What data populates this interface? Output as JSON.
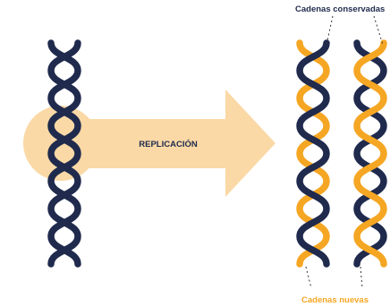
{
  "arrow_label": "REPLICACIÓN",
  "callouts": {
    "conserved": "Cadenas conservadas",
    "new": "Cadenas nuevas"
  },
  "colors": {
    "conserved_strand": "#1f2a4d",
    "new_strand": "#f5a623",
    "arrow_fill": "#fad9a6",
    "circle_fill": "#fad9a6",
    "label_dark": "#1f2a4d",
    "label_orange": "#f5a623",
    "leader_line": "#333333"
  },
  "helices": [
    {
      "role": "parent",
      "strand_a": "conserved",
      "strand_b": "conserved"
    },
    {
      "role": "daughter-1",
      "strand_a": "conserved",
      "strand_b": "new"
    },
    {
      "role": "daughter-2",
      "strand_a": "new",
      "strand_b": "conserved"
    }
  ]
}
